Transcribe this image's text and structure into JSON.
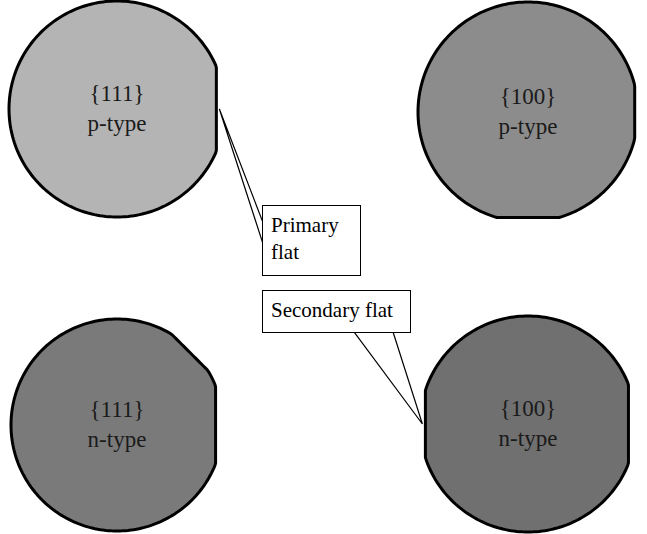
{
  "diagram": {
    "nodes": [
      {
        "text": [
          "{111}",
          "p-type"
        ]
      },
      {
        "text": [
          "{100}",
          "p-type"
        ]
      },
      {
        "text": [
          "Primary flat"
        ]
      },
      {
        "text": [
          "Secondary flat"
        ]
      },
      {
        "text": [
          "{111}",
          "n-type"
        ]
      },
      {
        "text": [
          "{100}",
          "n-type"
        ]
      }
    ],
    "edges": [
      {
        "from": 2,
        "to": 0,
        "arrow": "none"
      },
      {
        "from": 3,
        "to": 5,
        "arrow": "none"
      }
    ]
  }
}
